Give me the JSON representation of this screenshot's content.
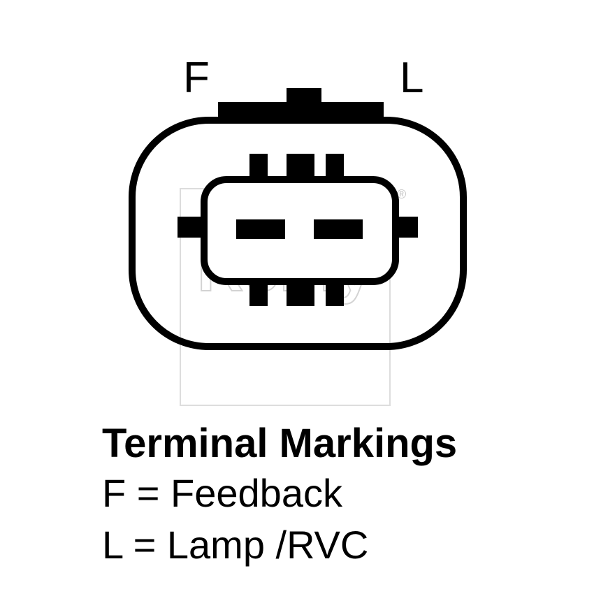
{
  "pins": {
    "left_label": "F",
    "right_label": "L"
  },
  "watermark": {
    "text": "Remy",
    "mark": "®"
  },
  "legend": {
    "title": "Terminal Markings",
    "rows": [
      "F = Feedback",
      "L = Lamp /RVC"
    ]
  },
  "colors": {
    "ink": "#000000",
    "background": "#ffffff",
    "watermark": "#d9d9d9"
  }
}
